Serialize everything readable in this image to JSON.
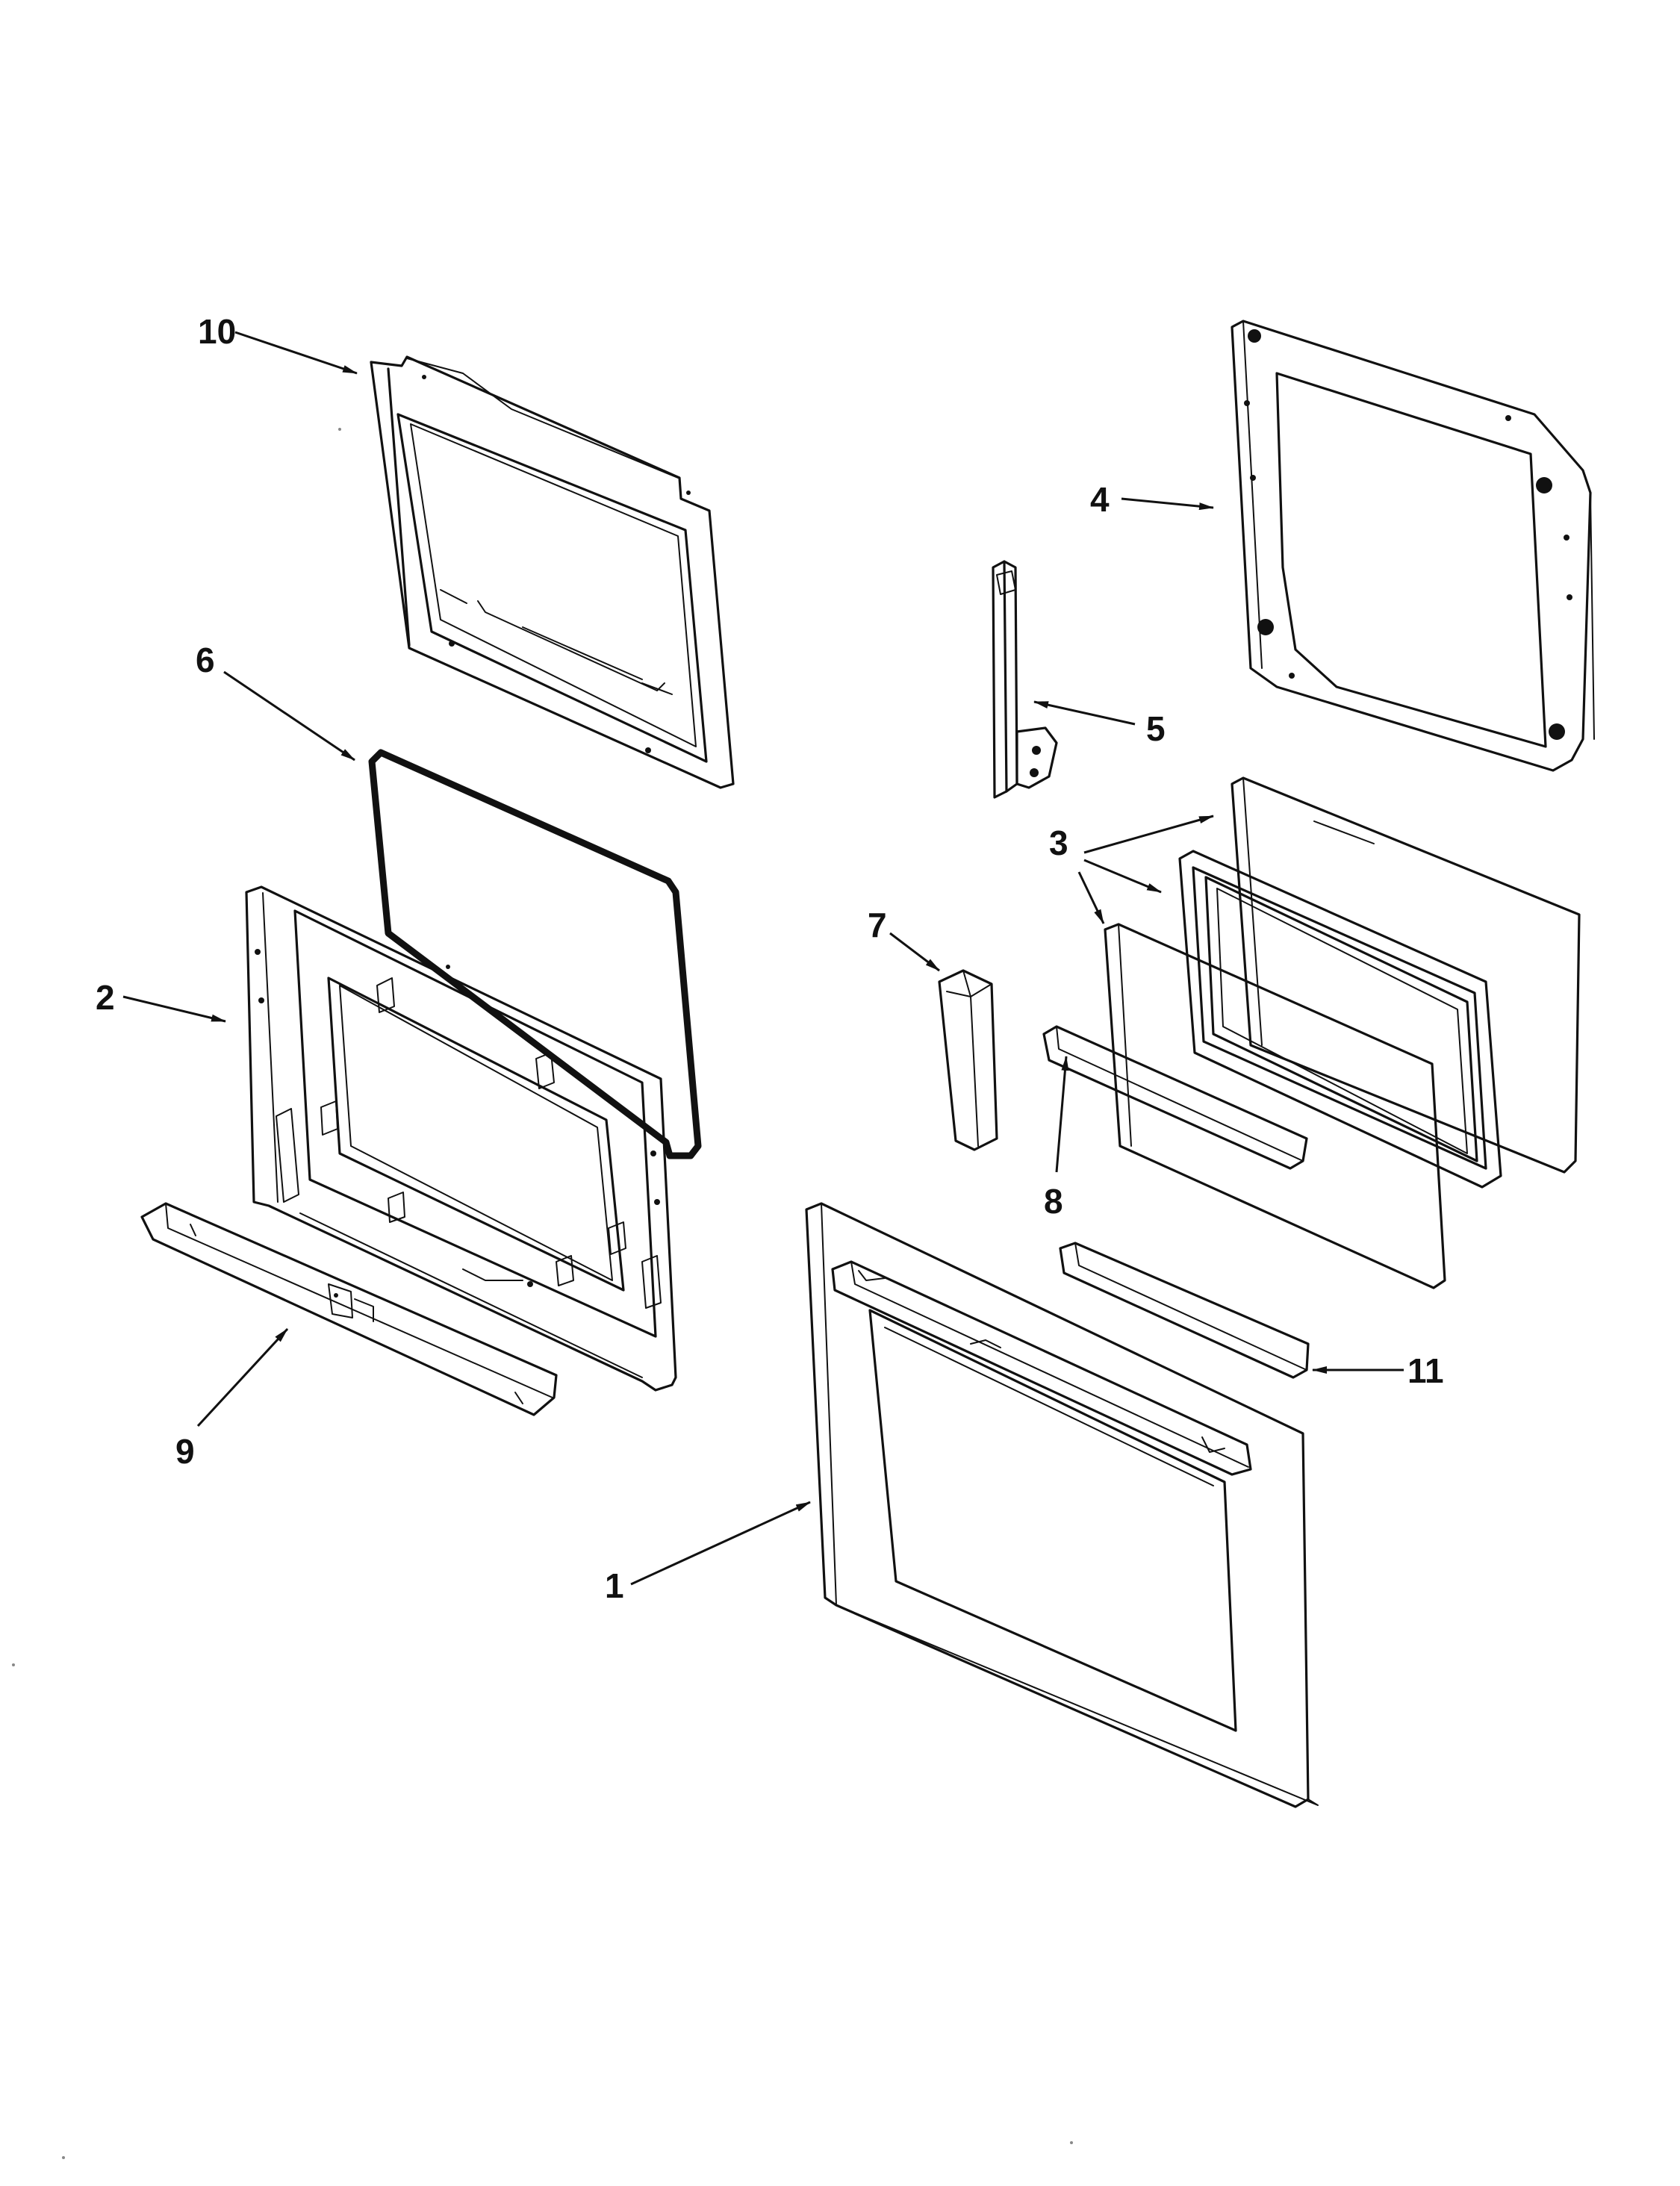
{
  "callouts": [
    {
      "id": "1",
      "text": "1"
    },
    {
      "id": "2",
      "text": "2"
    },
    {
      "id": "3",
      "text": "3"
    },
    {
      "id": "4",
      "text": "4"
    },
    {
      "id": "5",
      "text": "5"
    },
    {
      "id": "6",
      "text": "6"
    },
    {
      "id": "7",
      "text": "7"
    },
    {
      "id": "8",
      "text": "8"
    },
    {
      "id": "9",
      "text": "9"
    },
    {
      "id": "10",
      "text": "10"
    },
    {
      "id": "11",
      "text": "11"
    }
  ],
  "colors": {
    "ink": "#111111",
    "background": "#ffffff"
  }
}
